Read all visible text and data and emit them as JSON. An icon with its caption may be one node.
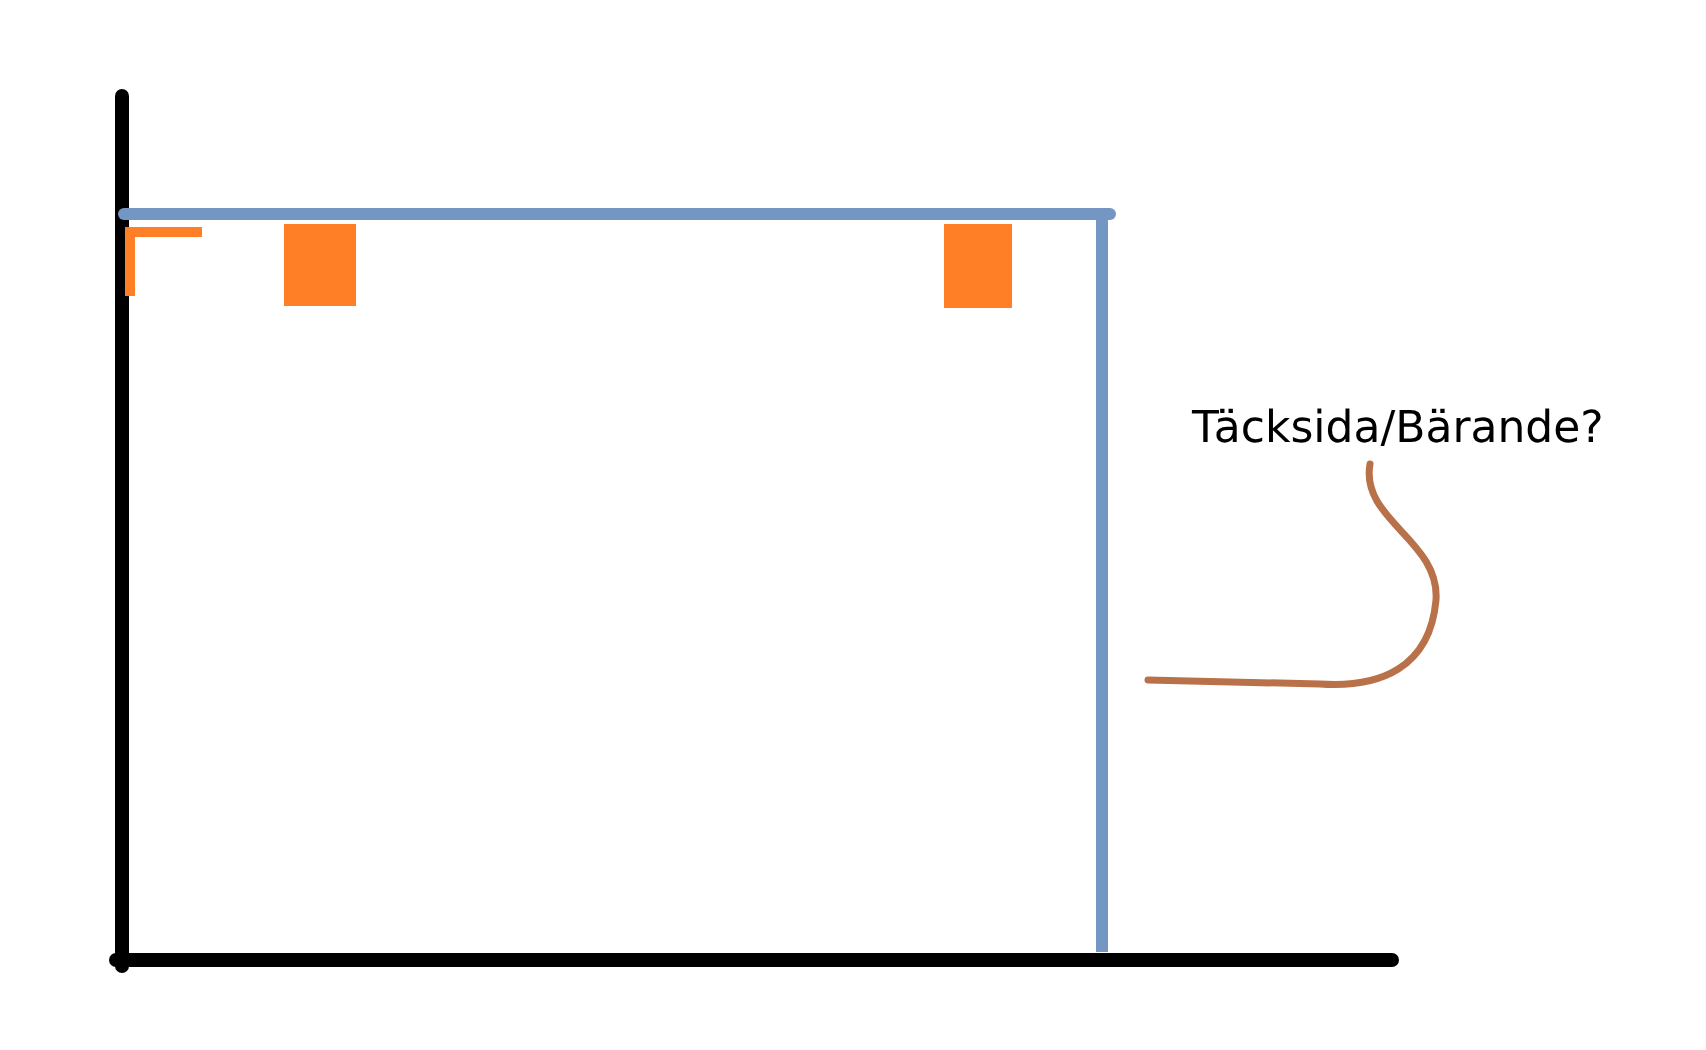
{
  "diagram": {
    "nodes": [
      {
        "text": [
          "Täcksida/Bärande?"
        ]
      },
      {
        "text": [],
        "shape": "bar"
      }
    ],
    "edges": [
      {
        "from": 0,
        "to": 1,
        "arrow": "none"
      }
    ]
  }
}
